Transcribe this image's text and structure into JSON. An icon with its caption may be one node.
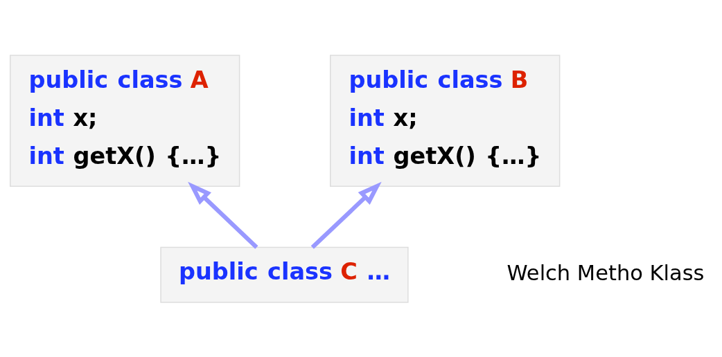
{
  "diagram": {
    "nodes": [
      {
        "text": [
          "public class A",
          "int x;",
          "int getX() {…}"
        ]
      },
      {
        "text": [
          "public class B",
          "int x;",
          "int getX() {…}"
        ]
      },
      {
        "text": [
          "public class C …"
        ]
      }
    ],
    "edges": [
      {
        "from": 2,
        "to": 0,
        "arrow": "to"
      },
      {
        "from": 2,
        "to": 1,
        "arrow": "to"
      }
    ],
    "labels": [
      "Welch Metho Klass"
    ]
  }
}
